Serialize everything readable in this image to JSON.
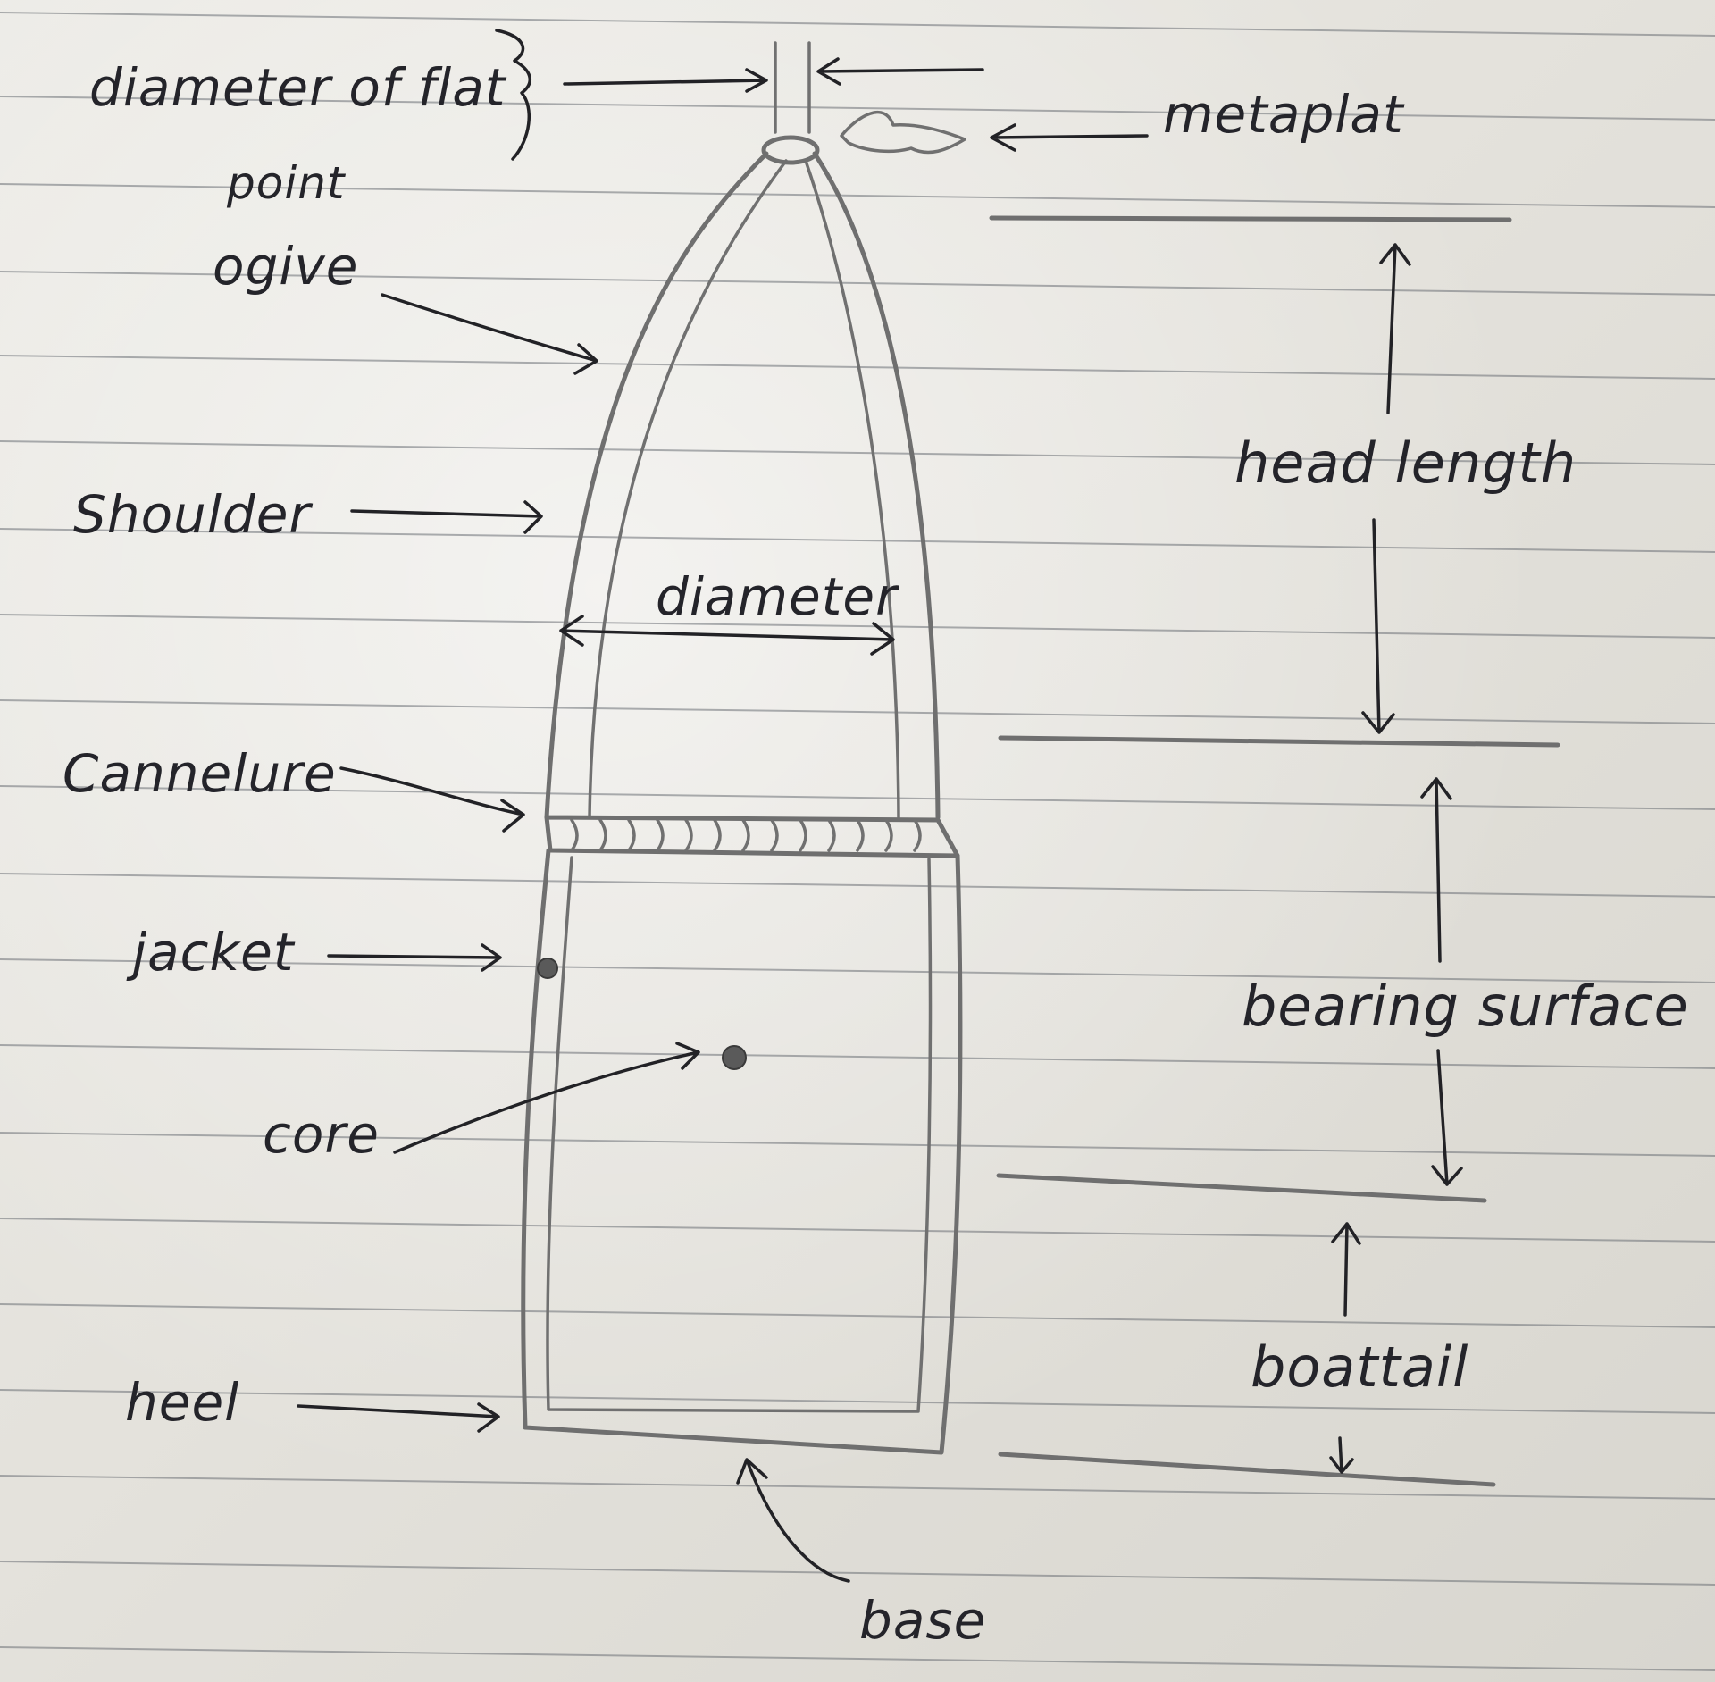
{
  "labels": {
    "diameter_of_flat_point_1": "diameter of flat",
    "diameter_of_flat_point_2": "point",
    "metaplat": "metaplat",
    "ogive": "ogive",
    "shoulder": "Shoulder",
    "diameter": "diameter",
    "cannelure": "Cannelure",
    "jacket": "jacket",
    "core": "core",
    "heel": "heel",
    "base": "base",
    "head_length": "head length",
    "bearing_surface": "bearing surface",
    "boattail": "boattail"
  },
  "colors": {
    "paper": "#e8e6e0",
    "ruled_line": "#6d7177",
    "pencil": "#6f6f6f",
    "ink": "#222226"
  }
}
